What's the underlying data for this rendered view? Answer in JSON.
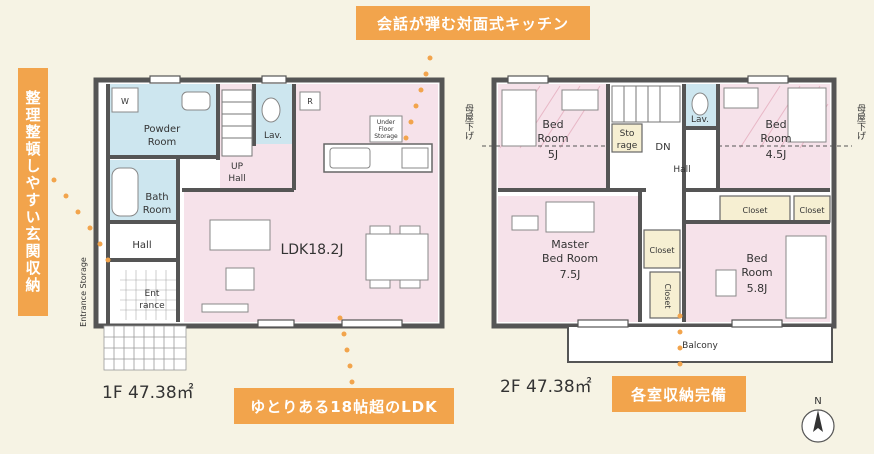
{
  "callouts": {
    "kitchen": "会話が弾む対面式キッチン",
    "storage": "整理整頓しやすい玄関収納",
    "ldk": "ゆとりある18帖超のLDK",
    "closets": "各室収納完備"
  },
  "floor1": {
    "area": "1F  47.38㎡",
    "rooms": {
      "powder": [
        "Powder",
        "Room"
      ],
      "bath": [
        "Bath",
        "Room"
      ],
      "lav": "Lav.",
      "up_hall": [
        "UP",
        "Hall"
      ],
      "ldk": "LDK18.2J",
      "hall": "Hall",
      "entrance": [
        "Ent",
        "rance"
      ],
      "entrance_storage": "Entrance Storage",
      "under_floor": [
        "Under",
        "Floor",
        "Storage"
      ],
      "w_mark": "W",
      "r_mark": "R"
    }
  },
  "floor2": {
    "area": "2F  47.38㎡",
    "rooms": {
      "bed5": [
        "Bed",
        "Room",
        "5J"
      ],
      "storage": [
        "Sto",
        "rage"
      ],
      "dn": "DN",
      "lav": "Lav.",
      "bed45": [
        "Bed",
        "Room",
        "4.5J"
      ],
      "hall": "Hall",
      "master": [
        "Master",
        "Bed Room",
        "7.5J"
      ],
      "closet": "Closet",
      "bed58": [
        "Bed",
        "Room",
        "5.8J"
      ],
      "balcony": "Balcony",
      "loft_left": "母屋下げ",
      "loft_right": "母屋下げ"
    }
  },
  "compass": "N",
  "colors": {
    "callout": "#f2a44c",
    "wet_area": "#cde6ef",
    "living": "#f6e2ea",
    "wall": "#555555",
    "background": "#f6f3e4",
    "closet": "#f6efd2"
  }
}
